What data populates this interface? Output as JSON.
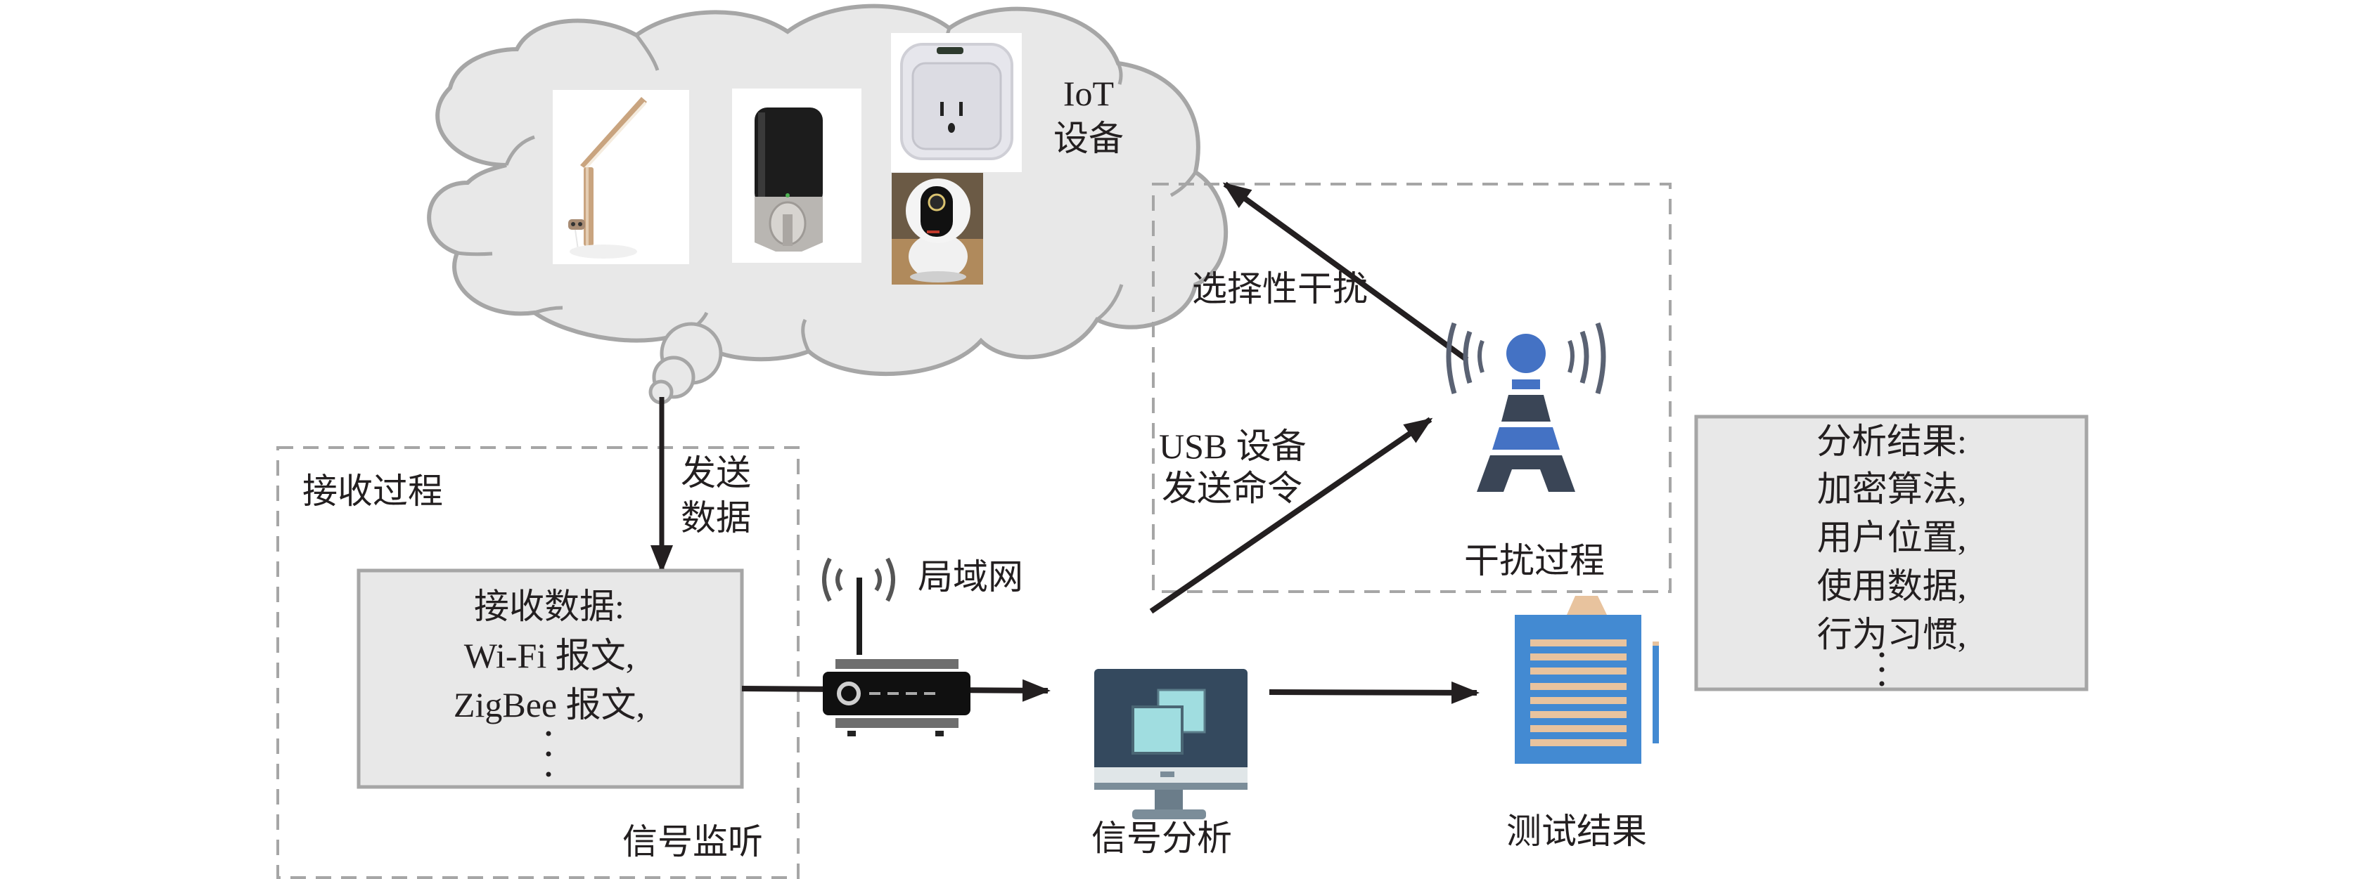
{
  "cloud": {
    "label_line1": "IoT",
    "label_line2": "设备",
    "devices": [
      {
        "name": "smart-desk-lamp"
      },
      {
        "name": "smart-door-lock"
      },
      {
        "name": "smart-plug"
      },
      {
        "name": "smart-camera"
      }
    ]
  },
  "send_data": {
    "line1": "发送",
    "line2": "数据"
  },
  "receive_process": {
    "title": "接收过程",
    "footer": "信号监听",
    "box": {
      "heading": "接收数据:",
      "lines": [
        "Wi-Fi 报文,",
        "ZigBee 报文,"
      ],
      "ellipsis": "·"
    }
  },
  "lan": {
    "label": "局域网"
  },
  "signal_analysis": {
    "label": "信号分析"
  },
  "test_result": {
    "label": "测试结果"
  },
  "interference_process": {
    "title": "干扰过程",
    "selective_label": "选择性干扰",
    "usb_line1": "USB 设备",
    "usb_line2": "发送命令"
  },
  "analysis_result": {
    "heading": "分析结果:",
    "lines": [
      "加密算法,",
      "用户位置,",
      "使用数据,",
      "行为习惯,"
    ],
    "ellipsis": "·"
  },
  "colors": {
    "cloud_fill": "#e8e8e8",
    "cloud_stroke": "#a6a6a6",
    "box_fill": "#e8e8e8",
    "box_stroke": "#a6a6a6",
    "dashed_stroke": "#a6a6a6",
    "arrow": "#231f20",
    "tower_blue": "#4472c4",
    "tower_dark": "#3a4556",
    "monitor_dark": "#34495e",
    "monitor_screen": "#a0dde0",
    "clipboard_blue": "#438ad2",
    "clipboard_line": "#e8c39e"
  }
}
